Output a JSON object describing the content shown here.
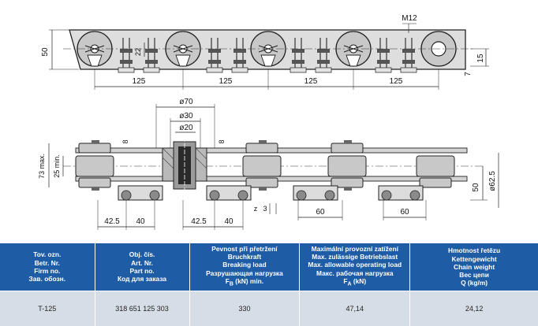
{
  "drawing": {
    "top_view": {
      "height_label": "50",
      "pin_label": "22",
      "bolt_label": "M12",
      "side_labels": [
        "15",
        "7"
      ],
      "pitch_labels": [
        "125",
        "125",
        "125",
        "125"
      ]
    },
    "side_view": {
      "dia_labels": [
        "ø70",
        "ø30",
        "ø20"
      ],
      "plate_labels": [
        "8",
        "8"
      ],
      "height_labels": [
        "73 max.",
        "25 min."
      ],
      "right_labels": [
        "50",
        "ø62.5"
      ],
      "bottom_labels": [
        "42.5",
        "40",
        "42.5",
        "40",
        "60",
        "60"
      ],
      "z_label": "z",
      "z_value": "3"
    }
  },
  "table": {
    "headers": [
      [
        "Tov. ozn.",
        "Betr. Nr.",
        "Firm no.",
        "Зав. обозн."
      ],
      [
        "Obj. čís.",
        "Art. Nr.",
        "Part no.",
        "Код для заказа"
      ],
      [
        "Pevnost při přetržení",
        "Bruchkraft",
        "Breaking load",
        "Разрушающая нагрузка",
        "F",
        "B",
        " (kN) min."
      ],
      [
        "Maximální provozní zatížení",
        "Max. zulässige Betriebslast",
        "Max. allowable operating load",
        "Макс. рабочая нагрузка",
        "F",
        "A",
        " (kN)"
      ],
      [
        "Hmotnost řetězu",
        "Kettengewicht",
        "Chain weight",
        "Вес цепи",
        "Q (kg/m)"
      ]
    ],
    "rows": [
      [
        "T-125",
        "318 651 125 303",
        "330",
        "47,14",
        "24,12"
      ]
    ]
  },
  "colors": {
    "header_bg": "#1f5ca6",
    "row_bg": "#d7dde6",
    "part_gray": "#c8c8c8"
  }
}
